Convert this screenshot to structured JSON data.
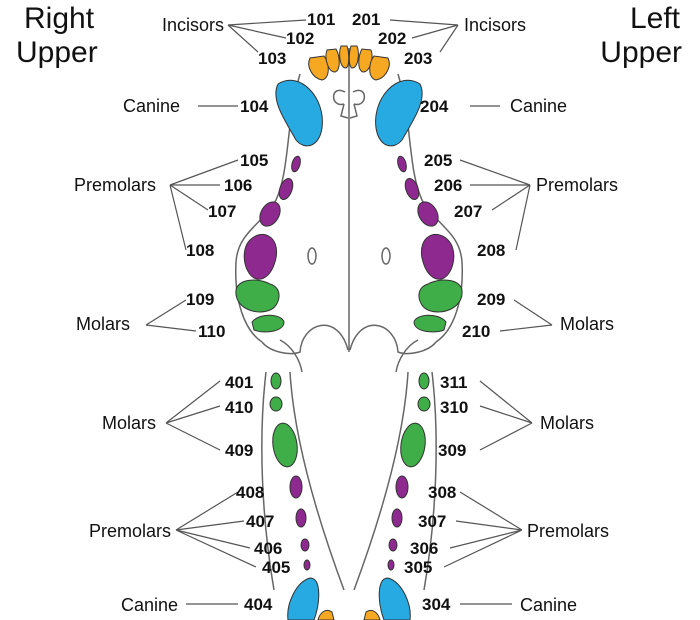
{
  "corners": {
    "right_upper": [
      "Right",
      "Upper"
    ],
    "left_upper": [
      "Left",
      "Upper"
    ]
  },
  "colors": {
    "incisor": "#f7a823",
    "canine": "#27a9e1",
    "premolar": "#8e2a8f",
    "molar": "#3fae49"
  },
  "labels": {
    "incisors": "Incisors",
    "canine": "Canine",
    "premolars": "Premolars",
    "molars": "Molars"
  },
  "teeth": {
    "upper_right": {
      "incisors": [
        "101",
        "102",
        "103"
      ],
      "canine": "104",
      "premolars": [
        "105",
        "106",
        "107",
        "108"
      ],
      "molars": [
        "109",
        "110"
      ]
    },
    "upper_left": {
      "incisors": [
        "201",
        "202",
        "203"
      ],
      "canine": "204",
      "premolars": [
        "205",
        "206",
        "207",
        "208"
      ],
      "molars": [
        "209",
        "210"
      ]
    },
    "lower_right": {
      "molars": [
        "401",
        "410",
        "409"
      ],
      "premolars": [
        "408",
        "407",
        "406",
        "405"
      ],
      "canine": "404"
    },
    "lower_left": {
      "molars": [
        "311",
        "310",
        "309"
      ],
      "premolars": [
        "308",
        "307",
        "306",
        "305"
      ],
      "canine": "304"
    }
  }
}
